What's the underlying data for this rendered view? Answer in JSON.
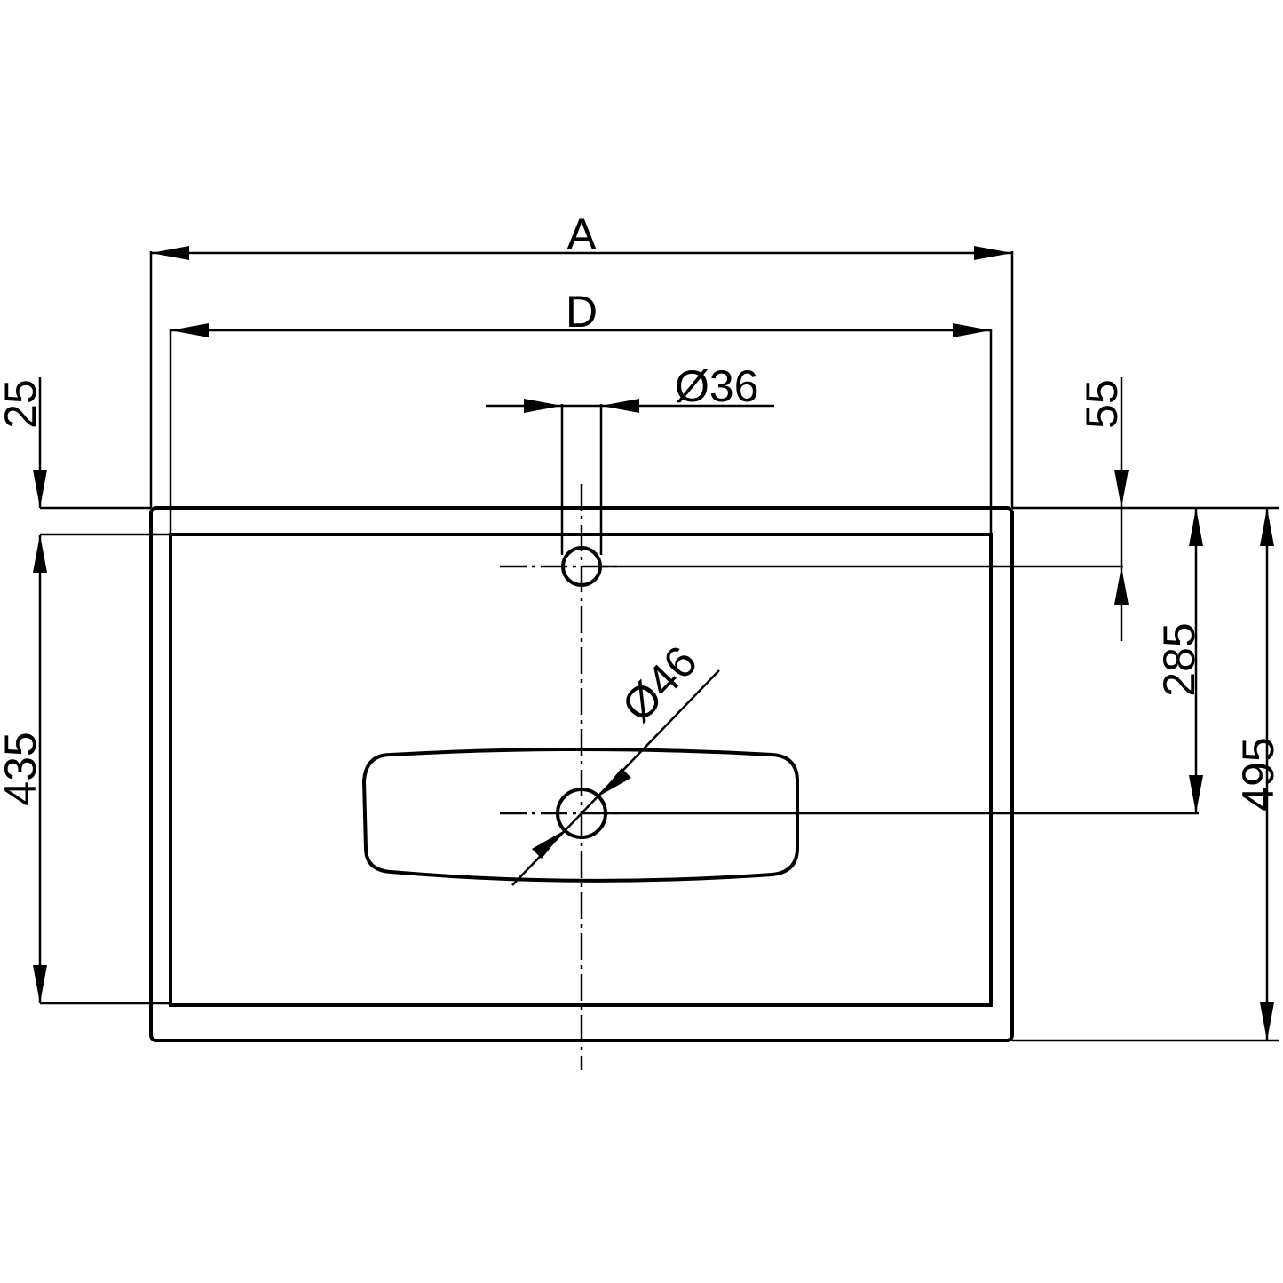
{
  "drawing": {
    "dimensions": {
      "overall_width": "A",
      "inner_width": "D",
      "tap_hole_diameter": "Ø36",
      "drain_diameter": "Ø46",
      "front_rim": "25",
      "tap_hole_offset": "55",
      "drain_offset": "285",
      "overall_depth": "495",
      "inner_depth": "435"
    }
  }
}
